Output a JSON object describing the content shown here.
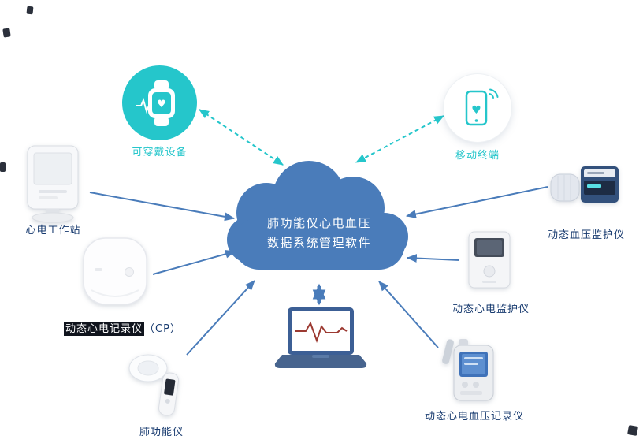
{
  "cloud": {
    "line1": "肺功能仪心电血压",
    "line2": "数据系统管理软件",
    "color": "#4a7cba"
  },
  "nodes": {
    "wearable": {
      "label": "可穿戴设备",
      "icon": "smartwatch-icon"
    },
    "mobile": {
      "label": "移动终端",
      "icon": "smartphone-icon"
    },
    "ecg_workstation": {
      "label": "心电工作站"
    },
    "cp_recorder": {
      "label_main": "动态心电记录仪",
      "label_suffix": "（CP）"
    },
    "spirometer": {
      "label": "肺功能仪"
    },
    "bp_monitor": {
      "label": "动态血压监护仪"
    },
    "ecg_monitor": {
      "label": "动态心电监护仪"
    },
    "ecg_bp_recorder": {
      "label": "动态心电血压记录仪"
    },
    "laptop": {
      "icon": "laptop-ecg-icon"
    }
  },
  "colors": {
    "teal": "#25c6cb",
    "blue": "#4a7cba",
    "navy": "#16396e",
    "ecg_red": "#9c3a32"
  }
}
